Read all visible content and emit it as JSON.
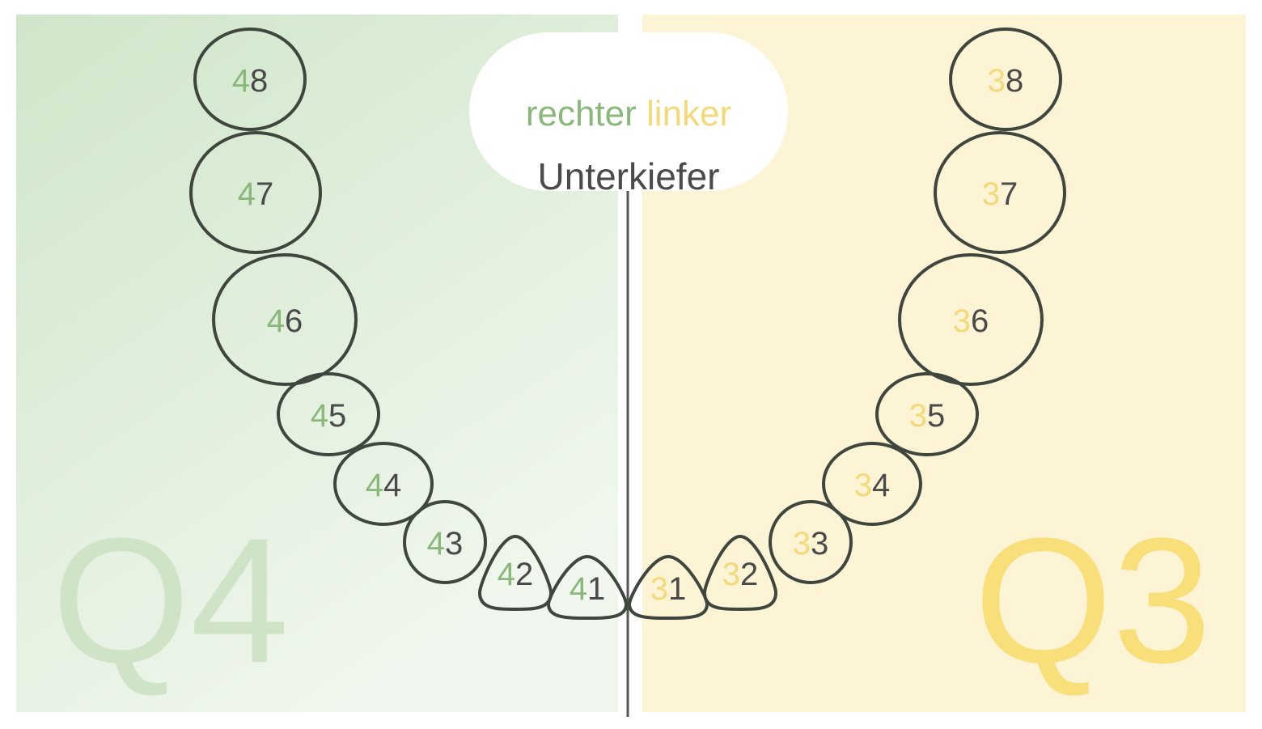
{
  "title": {
    "right_word": "rechter",
    "left_word": "linker",
    "jaw_word": "Unterkiefer"
  },
  "quadrants": {
    "right": {
      "label": "Q4",
      "quadrant_digit": "4"
    },
    "left": {
      "label": "Q3",
      "quadrant_digit": "3"
    }
  },
  "teeth_right": [
    "1",
    "2",
    "3",
    "4",
    "5",
    "6",
    "7",
    "8"
  ],
  "teeth_left": [
    "1",
    "2",
    "3",
    "4",
    "5",
    "6",
    "7",
    "8"
  ],
  "colors": {
    "right_bg_top": "#cfe6c9",
    "right_bg_bottom": "#f1f7ee",
    "left_bg": "#fdf4d6",
    "right_digit": "#8ab77a",
    "left_digit": "#f3d97a",
    "q4_label": "#cfe3c6",
    "q3_label": "#f9df7a",
    "outline": "#3f463e",
    "text_dark": "#4a4a4a",
    "midline": "#555555"
  }
}
